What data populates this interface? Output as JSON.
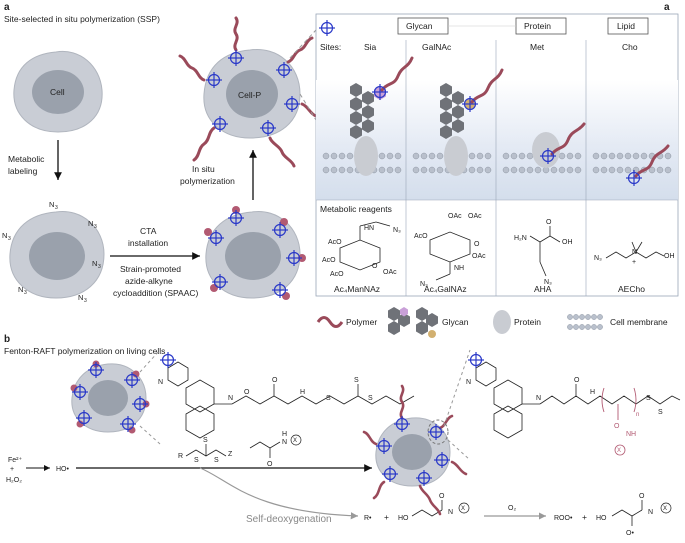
{
  "panel_a": {
    "letter": "a",
    "title": "Site-selected in situ polymerization (SSP)",
    "cell_label": "Cell",
    "cellp_label": "Cell-P",
    "step_metabolic": [
      "Metabolic",
      "labeling"
    ],
    "step_cta": [
      "CTA",
      "installation"
    ],
    "step_spaac": [
      "Strain-promoted",
      "azide-alkyne",
      "cycloaddition (SPAAC)"
    ],
    "step_insitu": [
      "In situ",
      "polymerization"
    ],
    "azide": "N",
    "azide_sub": "3",
    "sites_label": "Sites:",
    "categories": [
      "Glycan",
      "Protein",
      "Lipid"
    ],
    "site_names": [
      "Sia",
      "GalNAc",
      "Met",
      "Cho"
    ],
    "metabolic_reagents": "Metabolic reagents",
    "reagents": [
      "Ac₄ManNAz",
      "Ac₄GalNAz",
      "AHA",
      "AECho"
    ]
  },
  "chem_labels": {
    "aco": "AcO",
    "oac": "OAc",
    "n3": "N₃",
    "hn": "HN",
    "nh": "NH",
    "o": "O",
    "oh": "OH",
    "h2n": "H₂N",
    "n": "N",
    "plus": "+"
  },
  "legend": {
    "polymer": "Polymer",
    "glycan": "Glycan",
    "protein": "Protein",
    "membrane": "Cell membrane"
  },
  "panel_b": {
    "letter": "b",
    "title": "Fenton-RAFT polymerization on living cells",
    "fe": "Fe²⁺",
    "plus": "+",
    "h2o2": "H₂O₂",
    "ho_radical": "HO•",
    "r_label": "R",
    "z_label": "Z",
    "s_label": "S",
    "n_label": "N",
    "o_label": "O",
    "h_label": "H",
    "x_label": "X",
    "n_sub": "n",
    "self_deox": "Self-deoxygenation",
    "r_radical": "R•",
    "o2": "O₂",
    "roo": "ROO•",
    "ho": "HO",
    "o_radical": "O•"
  },
  "colors": {
    "polymer": "#9a4a5a",
    "cell_outer": "#c9cdd5",
    "cell_inner": "#9aa1ac",
    "site_blue": "#2a39c8",
    "panel_bg": "#dfe7f2",
    "glycan_gray": "#6f7278",
    "glycan_purple": "#c9a0d8",
    "glycan_tan": "#d2b070",
    "protein": "#c9ccd2",
    "membrane": "#b9c0cc",
    "pink_chem": "#b25a72"
  }
}
